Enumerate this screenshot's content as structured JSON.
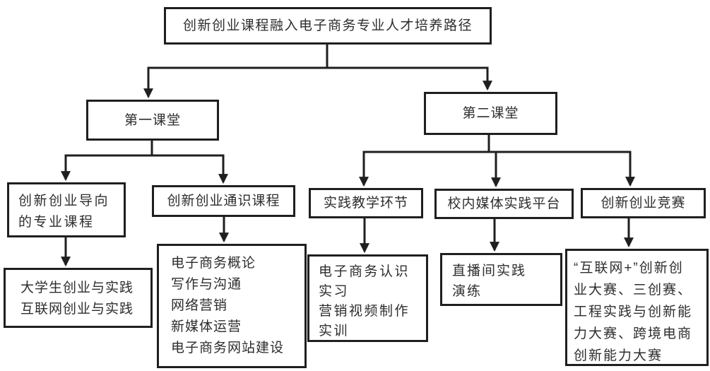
{
  "diagram": {
    "title": "创新创业课程融入电子商务专业人才培养路径",
    "colors": {
      "line": "#1f1f1f",
      "text": "#2d2d2d",
      "background": "#ffffff"
    },
    "nodes": {
      "root": {
        "label": "创新创业课程融入电子商务专业人才培养路径"
      },
      "first_class": {
        "label": "第一课堂"
      },
      "second_class": {
        "label": "第二课堂"
      },
      "oriented_courses": {
        "label": "创新创业导向\n的专业课程"
      },
      "general_courses": {
        "label": "创新创业通识课程"
      },
      "practice_teaching": {
        "label": "实践教学环节"
      },
      "campus_media": {
        "label": "校内媒体实践平台"
      },
      "competitions": {
        "label": "创新创业竞赛"
      },
      "oriented_leaf": {
        "label": "大学生创业与实践\n互联网创业与实践"
      },
      "general_leaf": {
        "label": "电子商务概论\n写作与沟通\n网络营销\n新媒体运营\n电子商务网站建设"
      },
      "practice_leaf": {
        "label": "电子商务认识\n实习\n营销视频制作\n实训"
      },
      "media_leaf": {
        "label": "直播间实践\n演练"
      },
      "competition_leaf": {
        "label": "“互联网+”创新创\n业大赛、三创赛、\n工程实践与创新能\n力大赛、跨境电商\n创新能力大赛"
      }
    }
  }
}
